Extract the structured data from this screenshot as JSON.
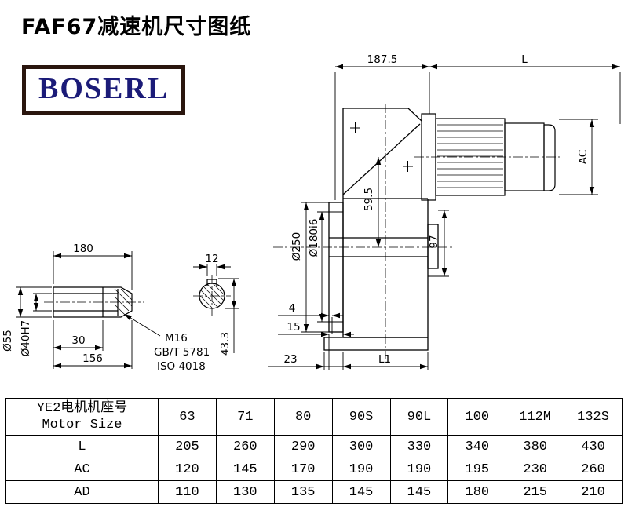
{
  "page": {
    "title": "FAF67减速机尺寸图纸",
    "brand": "BOSERL"
  },
  "drawing": {
    "dim_width_total": "187.5",
    "dim_motor_length": "L",
    "dim_motor_diameter": "AC",
    "dim_flange_od": "Ø250",
    "dim_spigot": "Ø180i6",
    "dim_axis_offset": "59.5",
    "dim_height_97": "97",
    "dim_step_4": "4",
    "dim_step_15": "15",
    "dim_step_23": "23",
    "dim_L1": "L1",
    "shaft": {
      "dim_length_180": "180",
      "dim_key_width": "12",
      "dim_od_55": "Ø55",
      "dim_bore_40": "Ø40H7",
      "dim_30": "30",
      "dim_156": "156",
      "thread": "M16",
      "standard_gb": "GB/T 5781",
      "standard_iso": "ISO 4018",
      "dim_keyway_43_3": "43.3"
    }
  },
  "table": {
    "header_cn": "YE2电机机座号",
    "header_en": "Motor Size",
    "sizes": [
      "63",
      "71",
      "80",
      "90S",
      "90L",
      "100",
      "112M",
      "132S"
    ],
    "rows": [
      {
        "label": "L",
        "values": [
          "205",
          "260",
          "290",
          "300",
          "330",
          "340",
          "380",
          "430"
        ]
      },
      {
        "label": "AC",
        "values": [
          "120",
          "145",
          "170",
          "190",
          "190",
          "195",
          "230",
          "260"
        ]
      },
      {
        "label": "AD",
        "values": [
          "110",
          "130",
          "135",
          "145",
          "145",
          "180",
          "215",
          "210"
        ]
      }
    ]
  }
}
